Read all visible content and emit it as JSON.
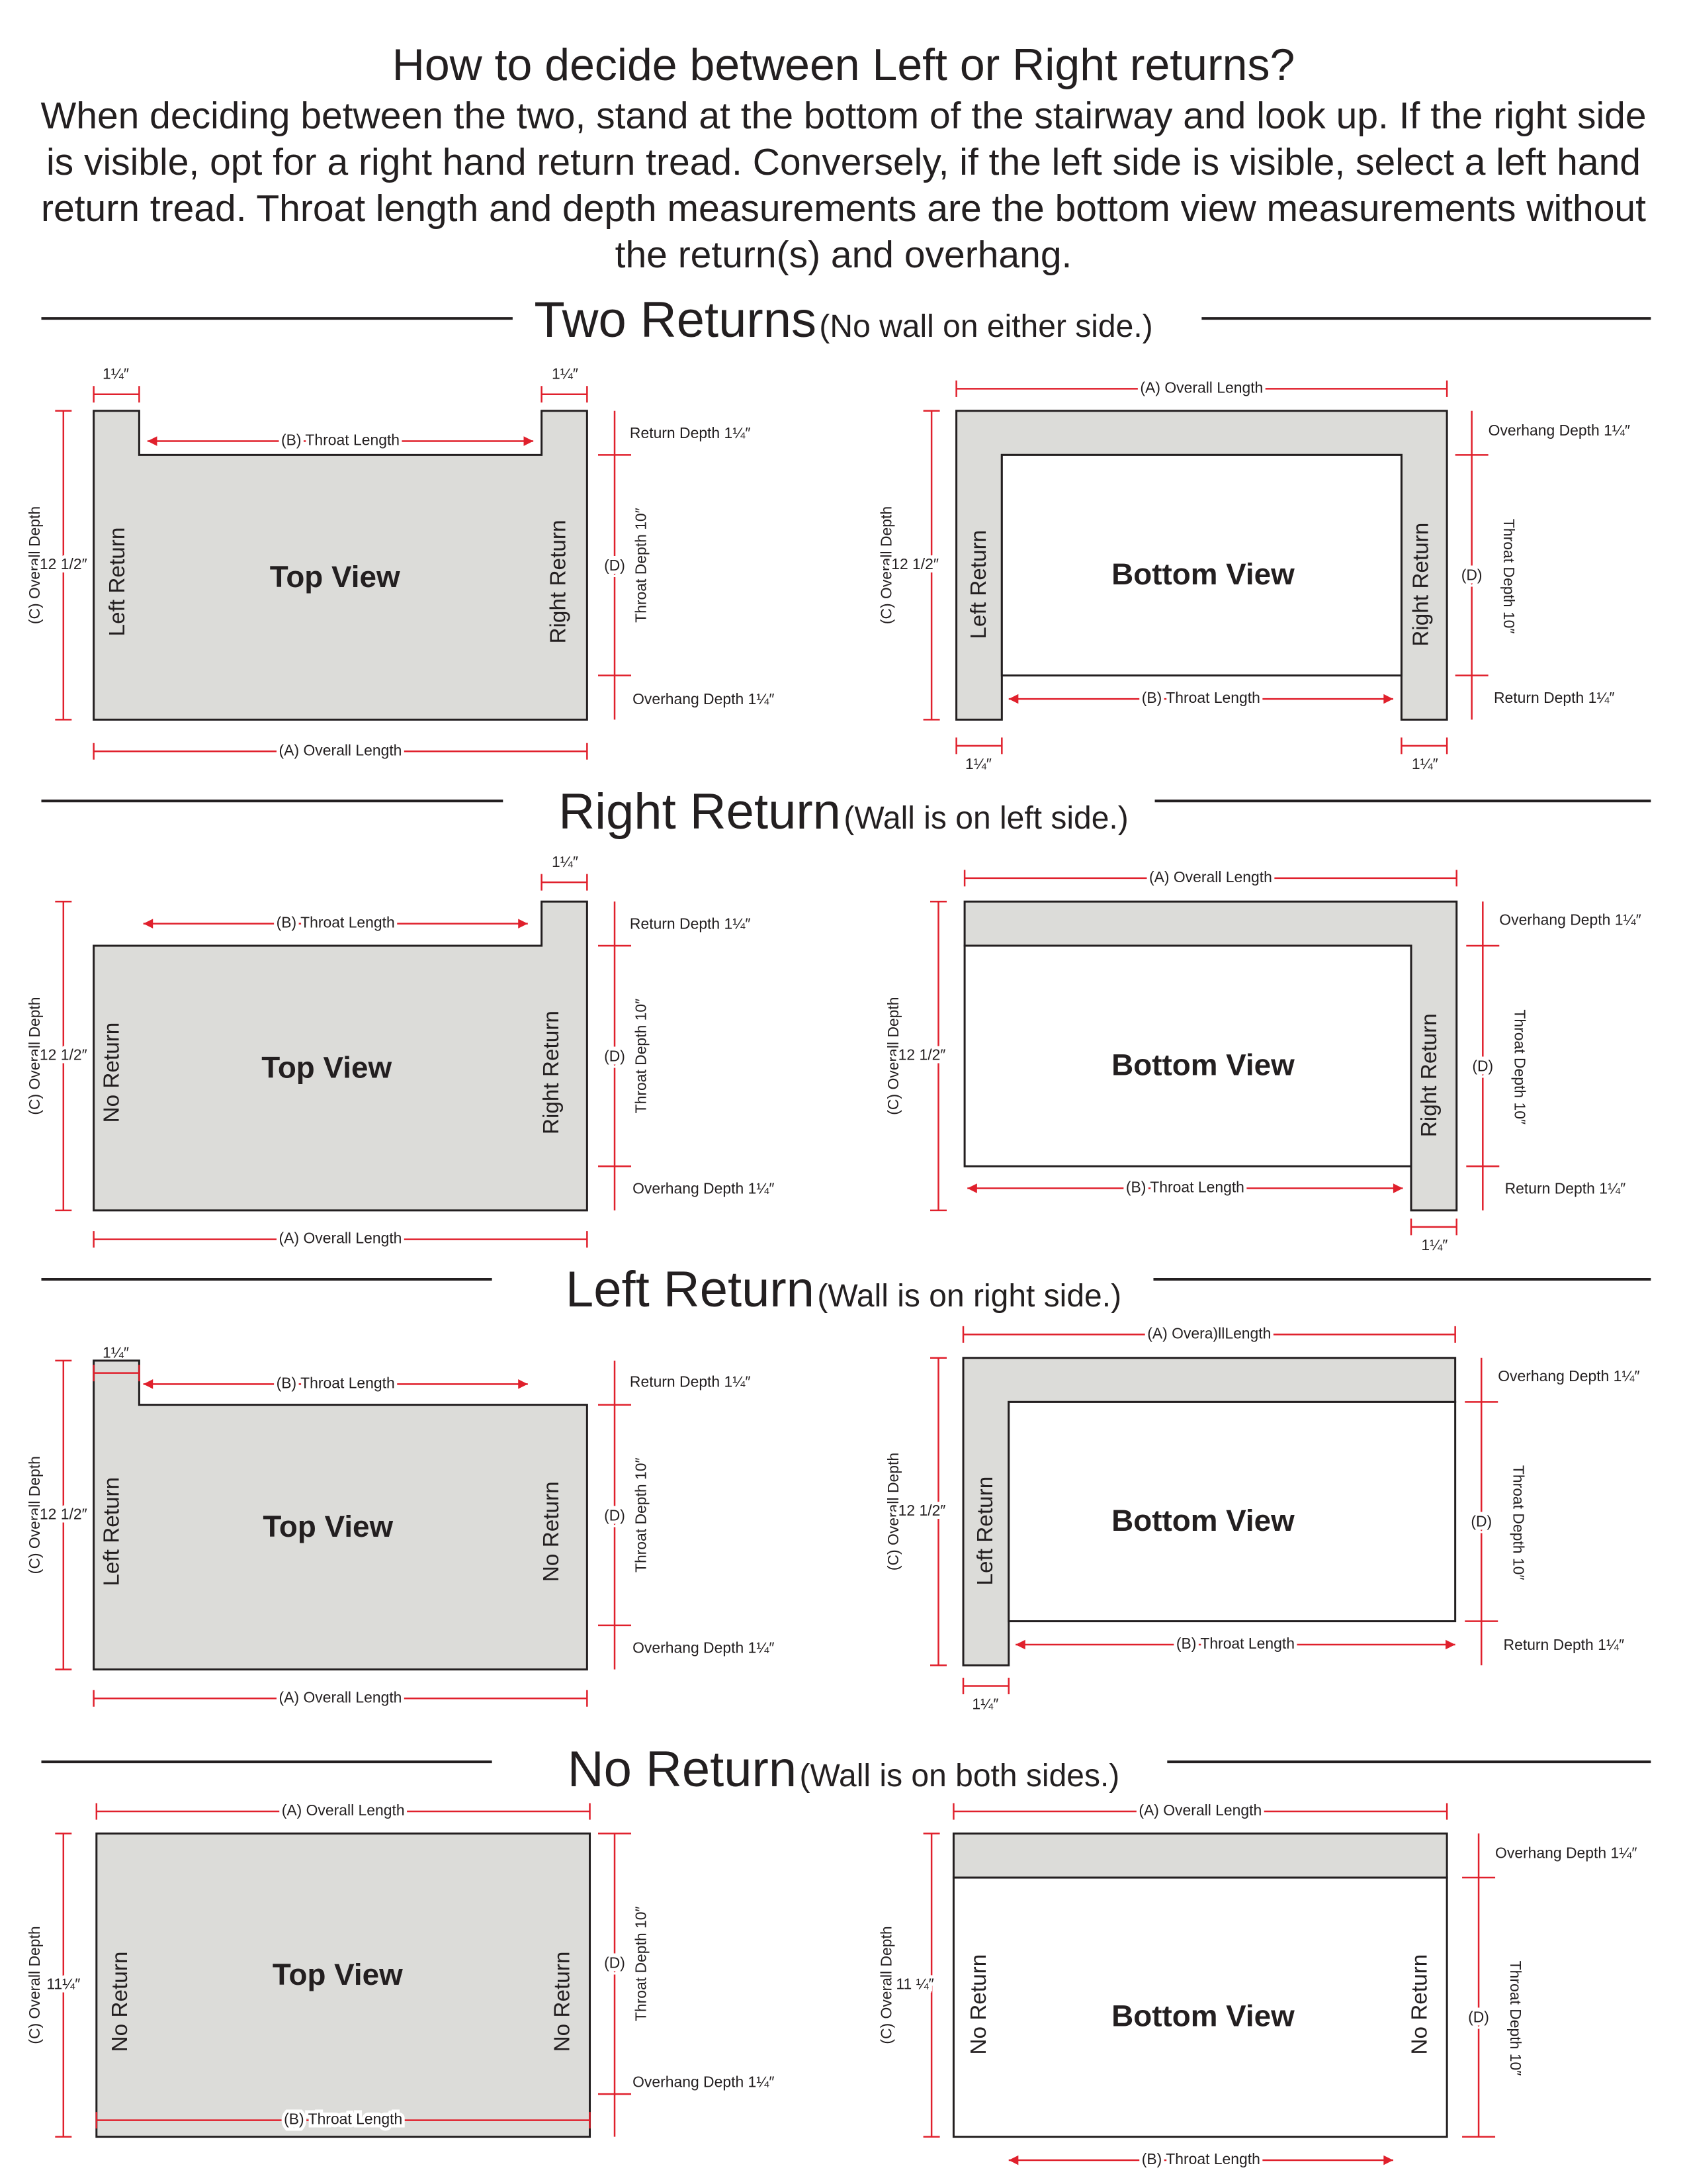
{
  "title": "How to decide between Left or Right returns?",
  "intro": "When deciding between the two, stand at the bottom of the stairway and look up. If the right side is visible, opt for a right hand return tread. Conversely, if the left side is visible, select a left hand return tread. Throat length and depth measurements are the bottom view measurements without the return(s) and overhang.",
  "colors": {
    "fill": "#dcdcd9",
    "dimension": "#e0202c",
    "outline": "#231f20",
    "rule": "#231f20"
  },
  "sections": [
    {
      "title": "Two Returns",
      "note": "(No wall on either side.)",
      "top": {
        "view_label": "Top View",
        "left_label": "Left Return",
        "right_label": "Right Return",
        "overall_length": "(A) Overall Length",
        "throat_length": "(B) Throat Length",
        "overall_depth": "(C) Overall Depth",
        "depth_value": "12 1/2″",
        "d_label": "(D)",
        "return_depth": "Return Depth 1¼″",
        "throat_depth": "Throat Depth 10″",
        "overhang_depth": "Overhang Depth 1¼″",
        "left_return_width": "1¼″",
        "right_return_width": "1¼″"
      },
      "bottom": {
        "view_label": "Bottom View",
        "left_label": "Left Return",
        "right_label": "Right Return",
        "overall_length": "(A) Overall Length",
        "throat_length": "(B) Throat Length",
        "overall_depth": "(C) Overall Depth",
        "depth_value": "12 1/2″",
        "d_label": "(D)",
        "overhang_depth": "Overhang Depth 1¼″",
        "throat_depth": "Throat Depth 10″",
        "return_depth": "Return Depth 1¼″",
        "left_return_width": "1¼″",
        "right_return_width": "1¼″"
      }
    },
    {
      "title": "Right Return",
      "note": "(Wall is on left side.)",
      "top": {
        "view_label": "Top View",
        "left_label": "No Return",
        "right_label": "Right Return",
        "overall_length": "(A) Overall Length",
        "throat_length": "(B) Throat Length",
        "overall_depth": "(C) Overall Depth",
        "depth_value": "12 1/2″",
        "d_label": "(D)",
        "return_depth": "Return Depth 1¼″",
        "throat_depth": "Throat Depth 10″",
        "overhang_depth": "Overhang Depth 1¼″",
        "right_return_width": "1¼″"
      },
      "bottom": {
        "view_label": "Bottom View",
        "right_label": "Right Return",
        "overall_length": "(A) Overall Length",
        "throat_length": "(B) Throat Length",
        "overall_depth": "(C) Overall Depth",
        "depth_value": "12 1/2″",
        "d_label": "(D)",
        "overhang_depth": "Overhang Depth 1¼″",
        "throat_depth": "Throat Depth 10″",
        "return_depth": "Return Depth 1¼″",
        "right_return_width": "1¼″"
      }
    },
    {
      "title": "Left Return",
      "note": "(Wall is on right side.)",
      "top": {
        "view_label": "Top View",
        "left_label": "Left Return",
        "right_label": "No Return",
        "overall_length": "(A) Overall Length",
        "throat_length": "(B) Throat Length",
        "overall_depth": "(C) Overall Depth",
        "depth_value": "12 1/2″",
        "d_label": "(D)",
        "return_depth": "Return Depth 1¼″",
        "throat_depth": "Throat Depth 10″",
        "overhang_depth": "Overhang Depth 1¼″",
        "left_return_width": "1¼″"
      },
      "bottom": {
        "view_label": "Bottom View",
        "left_label": "Left Return",
        "overall_length": "(A) Overa)llLength",
        "throat_length": "(B) Throat Length",
        "overall_depth": "(C) Overall Depth",
        "depth_value": "12 1/2″",
        "d_label": "(D)",
        "overhang_depth": "Overhang Depth 1¼″",
        "throat_depth": "Throat Depth 10″",
        "return_depth": "Return Depth 1¼″",
        "left_return_width": "1¼″"
      }
    },
    {
      "title": "No Return",
      "note": "(Wall is on both sides.)",
      "top": {
        "view_label": "Top View",
        "left_label": "No Return",
        "right_label": "No Return",
        "overall_length": "(A) Overall Length",
        "throat_length": "(B) Throat Length",
        "overall_depth": "(C) Overall Depth",
        "depth_value": "11¼″",
        "d_label": "(D)",
        "throat_depth": "Throat Depth 10″",
        "overhang_depth": "Overhang Depth 1¼″"
      },
      "bottom": {
        "view_label": "Bottom View",
        "left_label": "No Return",
        "right_label": "No Return",
        "overall_length": "(A) Overall Length",
        "throat_length": "(B) Throat Length",
        "overall_depth": "(C) Overall Depth",
        "depth_value": "11 ¼″",
        "d_label": "(D)",
        "overhang_depth": "Overhang Depth 1¼″",
        "throat_depth": "Throat Depth 10″"
      }
    }
  ]
}
